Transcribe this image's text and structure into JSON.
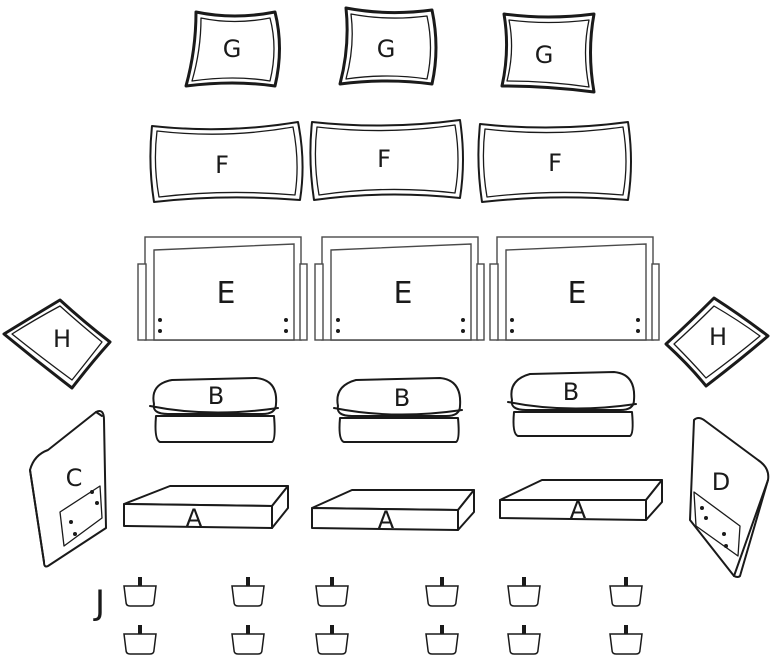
{
  "parts": {
    "pillow_g": {
      "label": "G",
      "count": 3
    },
    "back_cushion_f": {
      "label": "F",
      "count": 3
    },
    "frame_e": {
      "label": "E",
      "count": 3
    },
    "side_pillow_h": {
      "label": "H",
      "count": 2
    },
    "seat_cushion_b": {
      "label": "B",
      "count": 3
    },
    "armrest_c": {
      "label": "C"
    },
    "armrest_d": {
      "label": "D"
    },
    "base_a": {
      "label": "A",
      "count": 3
    },
    "feet_j": {
      "label": "J",
      "count": 12
    }
  },
  "colors": {
    "ink": "#1a1a1a",
    "panel": "#4a4a4a",
    "background": "#ffffff"
  }
}
